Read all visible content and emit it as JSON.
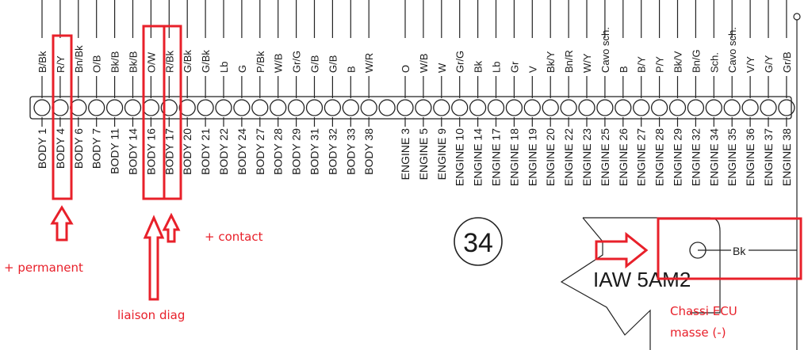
{
  "connector": {
    "number": "34",
    "model": "IAW 5AM2",
    "ground_wire_color": "Bk"
  },
  "pins": [
    {
      "wire": "B/Bk",
      "label": "BODY 1"
    },
    {
      "wire": "R/Y",
      "label": "BODY 4"
    },
    {
      "wire": "Bn/Bk",
      "label": "BODY 6"
    },
    {
      "wire": "O/B",
      "label": "BODY 7"
    },
    {
      "wire": "Bk/B",
      "label": "BODY 11"
    },
    {
      "wire": "Bk/B",
      "label": "BODY 14"
    },
    {
      "wire": "O/W",
      "label": "BODY 16"
    },
    {
      "wire": "R/Bk",
      "label": "BODY 17"
    },
    {
      "wire": "G/Bk",
      "label": "BODY 20"
    },
    {
      "wire": "G/Bk",
      "label": "BODY 21"
    },
    {
      "wire": "Lb",
      "label": "BODY 22"
    },
    {
      "wire": "G",
      "label": "BODY 24"
    },
    {
      "wire": "P/Bk",
      "label": "BODY 27"
    },
    {
      "wire": "W/B",
      "label": "BODY 28"
    },
    {
      "wire": "Gr/G",
      "label": "BODY 29"
    },
    {
      "wire": "G/B",
      "label": "BODY 31"
    },
    {
      "wire": "G/B",
      "label": "BODY 32"
    },
    {
      "wire": "B",
      "label": "BODY 33"
    },
    {
      "wire": "W/R",
      "label": "BODY 38"
    },
    {
      "wire": "",
      "label": ""
    },
    {
      "wire": "O",
      "label": "ENGINE 3"
    },
    {
      "wire": "W/B",
      "label": "ENGINE 5"
    },
    {
      "wire": "W",
      "label": "ENGINE 9"
    },
    {
      "wire": "Gr/G",
      "label": "ENGINE 10"
    },
    {
      "wire": "Bk",
      "label": "ENGINE 14"
    },
    {
      "wire": "Lb",
      "label": "ENGINE 17"
    },
    {
      "wire": "Gr",
      "label": "ENGINE 18"
    },
    {
      "wire": "V",
      "label": "ENGINE 19"
    },
    {
      "wire": "Bk/Y",
      "label": "ENGINE 20"
    },
    {
      "wire": "Bn/R",
      "label": "ENGINE 22"
    },
    {
      "wire": "W/Y",
      "label": "ENGINE 23"
    },
    {
      "wire": "Cavo sch.",
      "label": "ENGINE 25"
    },
    {
      "wire": "B",
      "label": "ENGINE 26"
    },
    {
      "wire": "B/Y",
      "label": "ENGINE 27"
    },
    {
      "wire": "P/Y",
      "label": "ENGINE 28"
    },
    {
      "wire": "Bk/V",
      "label": "ENGINE 29"
    },
    {
      "wire": "Bn/G",
      "label": "ENGINE 32"
    },
    {
      "wire": "Sch.",
      "label": "ENGINE 34"
    },
    {
      "wire": "Cavo sch.",
      "label": "ENGINE 35"
    },
    {
      "wire": "V/Y",
      "label": "ENGINE 36"
    },
    {
      "wire": "G/Y",
      "label": "ENGINE 37"
    },
    {
      "wire": "Gr/B",
      "label": "ENGINE 38"
    }
  ],
  "annotations": {
    "permanent": "+ permanent",
    "contact": "+ contact",
    "diag": "liaison diag",
    "chassis_line1": "Chassi ECU",
    "chassis_line2": "masse (-)"
  },
  "colors": {
    "annotation": "#e8202a",
    "line": "#222222"
  }
}
